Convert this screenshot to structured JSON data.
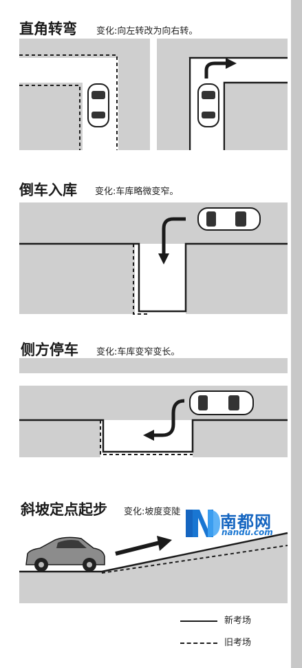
{
  "sections": [
    {
      "title": "直角转弯",
      "change": "变化:向左转改为向右转。"
    },
    {
      "title": "倒车入库",
      "change": "变化:车库略微变窄。"
    },
    {
      "title": "侧方停车",
      "change": "变化:车库变窄变长。"
    },
    {
      "title": "斜坡定点起步",
      "change": "变化:坡度变陡"
    }
  ],
  "legend": {
    "new_course": "新考场",
    "old_course": "旧考场"
  },
  "watermark": {
    "cn": "南都网",
    "en": "nandu.com"
  },
  "colors": {
    "road": "#cfcfcf",
    "line": "#1a1a1a",
    "arrow": "#1a1a1a",
    "brand": "#1565c0"
  }
}
